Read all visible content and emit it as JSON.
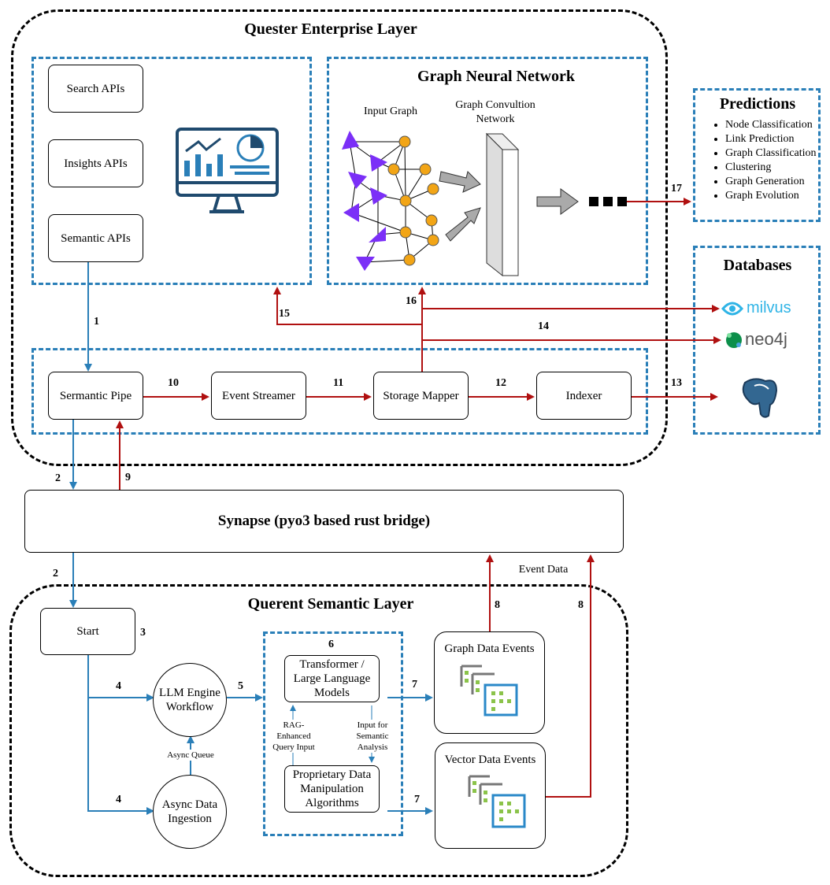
{
  "enterprise_layer": {
    "title": "Quester Enterprise Layer",
    "apis": [
      "Search APIs",
      "Insights APIs",
      "Semantic APIs"
    ],
    "pipeline": [
      "Sermantic Pipe",
      "Event Streamer",
      "Storage Mapper",
      "Indexer"
    ]
  },
  "gnn": {
    "title": "Graph Neural Network",
    "input_graph_label": "Input Graph",
    "gcn_label": "Graph Convultion Network"
  },
  "predictions": {
    "title": "Predictions",
    "items": [
      "Node Classification",
      "Link Prediction",
      "Graph Classification",
      "Clustering",
      "Graph Generation",
      "Graph Evolution"
    ]
  },
  "databases": {
    "title": "Databases",
    "milvus": "milvus",
    "neo4j": "neo4j"
  },
  "synapse": {
    "label": "Synapse (pyo3 based rust bridge)"
  },
  "semantic_layer": {
    "title": "Querent Semantic Layer",
    "start": "Start",
    "llm_engine": "LLM Engine Workflow",
    "async_ingestion": "Async Data Ingestion",
    "async_queue": "Async Queue",
    "transformer": "Transformer / Large Language Models",
    "proprietary": "Proprietary Data Manipulation Algorithms",
    "rag_label": "RAG-Enhanced Query Input",
    "input_label": "Input for Semantic Analysis",
    "graph_events": "Graph Data Events",
    "vector_events": "Vector Data Events",
    "event_data": "Event Data"
  },
  "step_numbers": {
    "n1": "1",
    "n2a": "2",
    "n2b": "2",
    "n3": "3",
    "n4a": "4",
    "n4b": "4",
    "n5": "5",
    "n6": "6",
    "n7a": "7",
    "n7b": "7",
    "n8a": "8",
    "n8b": "8",
    "n9": "9",
    "n10": "10",
    "n11": "11",
    "n12": "12",
    "n13": "13",
    "n14": "14",
    "n15": "15",
    "n16": "16",
    "n17": "17"
  },
  "colors": {
    "blue_arrow": "#2a7fb8",
    "red_arrow": "#b01010",
    "dashed_blue": "#2a7fb8",
    "graph_node": "#f2a516",
    "graph_triangle": "#7b2ff7"
  }
}
